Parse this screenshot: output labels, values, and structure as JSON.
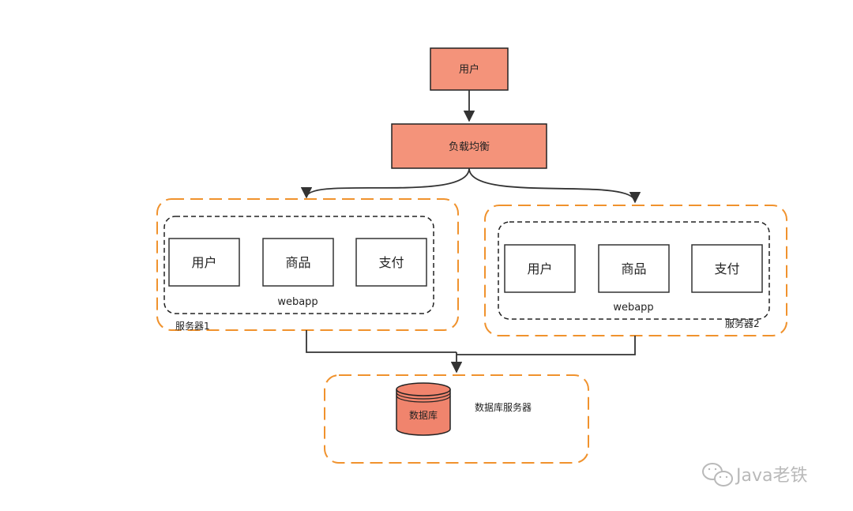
{
  "colors": {
    "node_fill": "#f4937a",
    "db_fill": "#f0846d",
    "group_border": "#f0922d",
    "line": "#333333",
    "watermark": "#b9b9b9"
  },
  "nodes": {
    "user": "用户",
    "load_balancer": "负载均衡"
  },
  "servers": [
    {
      "label": "服务器1",
      "app_label": "webapp",
      "modules": [
        "用户",
        "商品",
        "支付"
      ]
    },
    {
      "label": "服务器2",
      "app_label": "webapp",
      "modules": [
        "用户",
        "商品",
        "支付"
      ]
    }
  ],
  "database": {
    "icon_label": "数据库",
    "group_label": "数据库服务器",
    "icon": "database-cylinder-icon"
  },
  "watermark": {
    "text": "Java老铁",
    "icon": "wechat-icon"
  }
}
